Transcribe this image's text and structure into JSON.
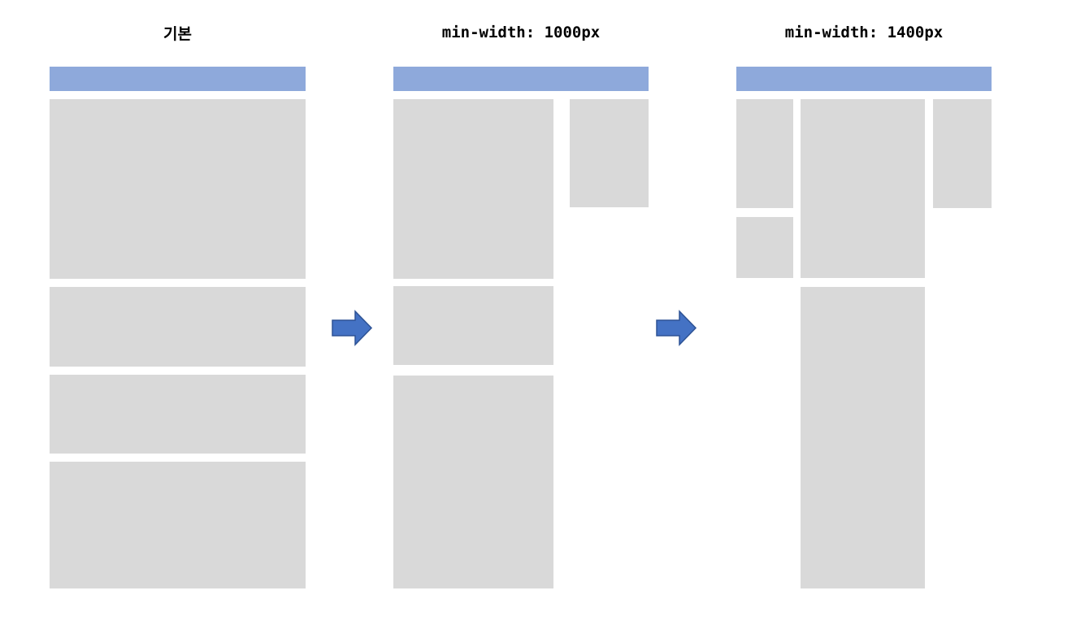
{
  "diagram": {
    "description_titles": {
      "panel_default": "기본",
      "panel_1000": "min-width: 1000px",
      "panel_1400": "min-width: 1400px"
    },
    "panels": [
      {
        "label": "기본"
      },
      {
        "label": "min-width: 1000px"
      },
      {
        "label": "min-width: 1400px"
      }
    ],
    "colors": {
      "header_bar": "#8EA9DB",
      "placeholder_box": "#D9D9D9",
      "arrow_fill": "#4472C4",
      "arrow_border": "#2E5395",
      "background": "#FFFFFF",
      "title_text": "#000000"
    }
  }
}
